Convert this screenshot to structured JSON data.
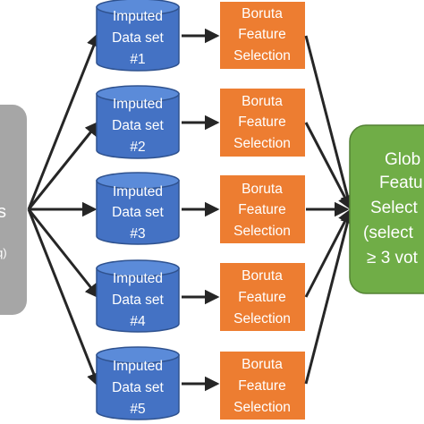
{
  "colors": {
    "source_fill": "#a6a6a6",
    "cylinder_fill": "#4472c4",
    "cylinder_stroke": "#2f528f",
    "cylinder_top": "#5b8bd9",
    "boruta_fill": "#ed7d31",
    "global_fill": "#70ad47",
    "global_stroke": "#548235",
    "arrow": "#262626",
    "text": "#ffffff"
  },
  "source_node": {
    "label_partial": "s",
    "sublabel_partial": "q)"
  },
  "imputed_datasets": [
    {
      "line1": "Imputed",
      "line2": "Data set",
      "line3": "#1"
    },
    {
      "line1": "Imputed",
      "line2": "Data set",
      "line3": "#2"
    },
    {
      "line1": "Imputed",
      "line2": "Data set",
      "line3": "#3"
    },
    {
      "line1": "Imputed",
      "line2": "Data set",
      "line3": "#4"
    },
    {
      "line1": "Imputed",
      "line2": "Data set",
      "line3": "#5"
    }
  ],
  "boruta_boxes": [
    {
      "line1": "Boruta",
      "line2": "Feature",
      "line3": "Selection"
    },
    {
      "line1": "Boruta",
      "line2": "Feature",
      "line3": "Selection"
    },
    {
      "line1": "Boruta",
      "line2": "Feature",
      "line3": "Selection"
    },
    {
      "line1": "Boruta",
      "line2": "Feature",
      "line3": "Selection"
    },
    {
      "line1": "Boruta",
      "line2": "Feature",
      "line3": "Selection"
    }
  ],
  "global_node": {
    "lines": [
      "Glob",
      "Featu",
      "Select",
      "(select",
      "≥ 3 vot"
    ]
  }
}
